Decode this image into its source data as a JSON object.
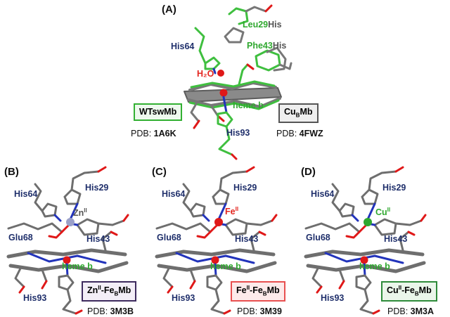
{
  "panelA": {
    "label": "(A)",
    "res_leu29": "Leu29",
    "res_his29": "His",
    "res_his64": "His64",
    "res_phe43": "Phe43",
    "res_his43": "His",
    "water": "H₂O",
    "heme": "heme b",
    "his93": "His93",
    "box_left": "WTswMb",
    "box_right": "CuBMb",
    "pdb_prefix": "PDB: ",
    "pdb_left": "1A6K",
    "pdb_right": "4FWZ"
  },
  "panelB": {
    "label": "(B)",
    "his64": "His64",
    "his29": "His29",
    "metal": "ZnII",
    "glu68": "Glu68",
    "his43": "His43",
    "heme": "heme b",
    "his93": "His93",
    "box": "ZnII-FeBMb",
    "pdb_prefix": "PDB: ",
    "pdb": "3M3B"
  },
  "panelC": {
    "label": "(C)",
    "his64": "His64",
    "his29": "His29",
    "metal": "FeII",
    "glu68": "Glu68",
    "his43": "His43",
    "heme": "heme b",
    "his93": "His93",
    "box": "FeII-FeBMb",
    "pdb_prefix": "PDB: ",
    "pdb": "3M39"
  },
  "panelD": {
    "label": "(D)",
    "his64": "His64",
    "his29": "His29",
    "metal": "CuII",
    "glu68": "Glu68",
    "his43": "His43",
    "heme": "heme b",
    "his93": "His93",
    "box": "CuII-FeBMb",
    "pdb_prefix": "PDB: ",
    "pdb": "3M3A"
  },
  "colors": {
    "navy": "#1f2f6b",
    "green": "#2fa82f",
    "red": "#e3261f",
    "carbon": "#6e6e6e",
    "nitrogen": "#2233bb",
    "oxygen": "#e01818",
    "zn_box": "#3d2a5e",
    "zn_fill": "#f3eef7",
    "fe_box": "#e85050",
    "fe_fill": "#fdeaea",
    "cu_box": "#2e8b3a",
    "cu_fill": "#eaf6ea",
    "gray_box": "#555555",
    "gray_fill": "#eeeeee"
  }
}
